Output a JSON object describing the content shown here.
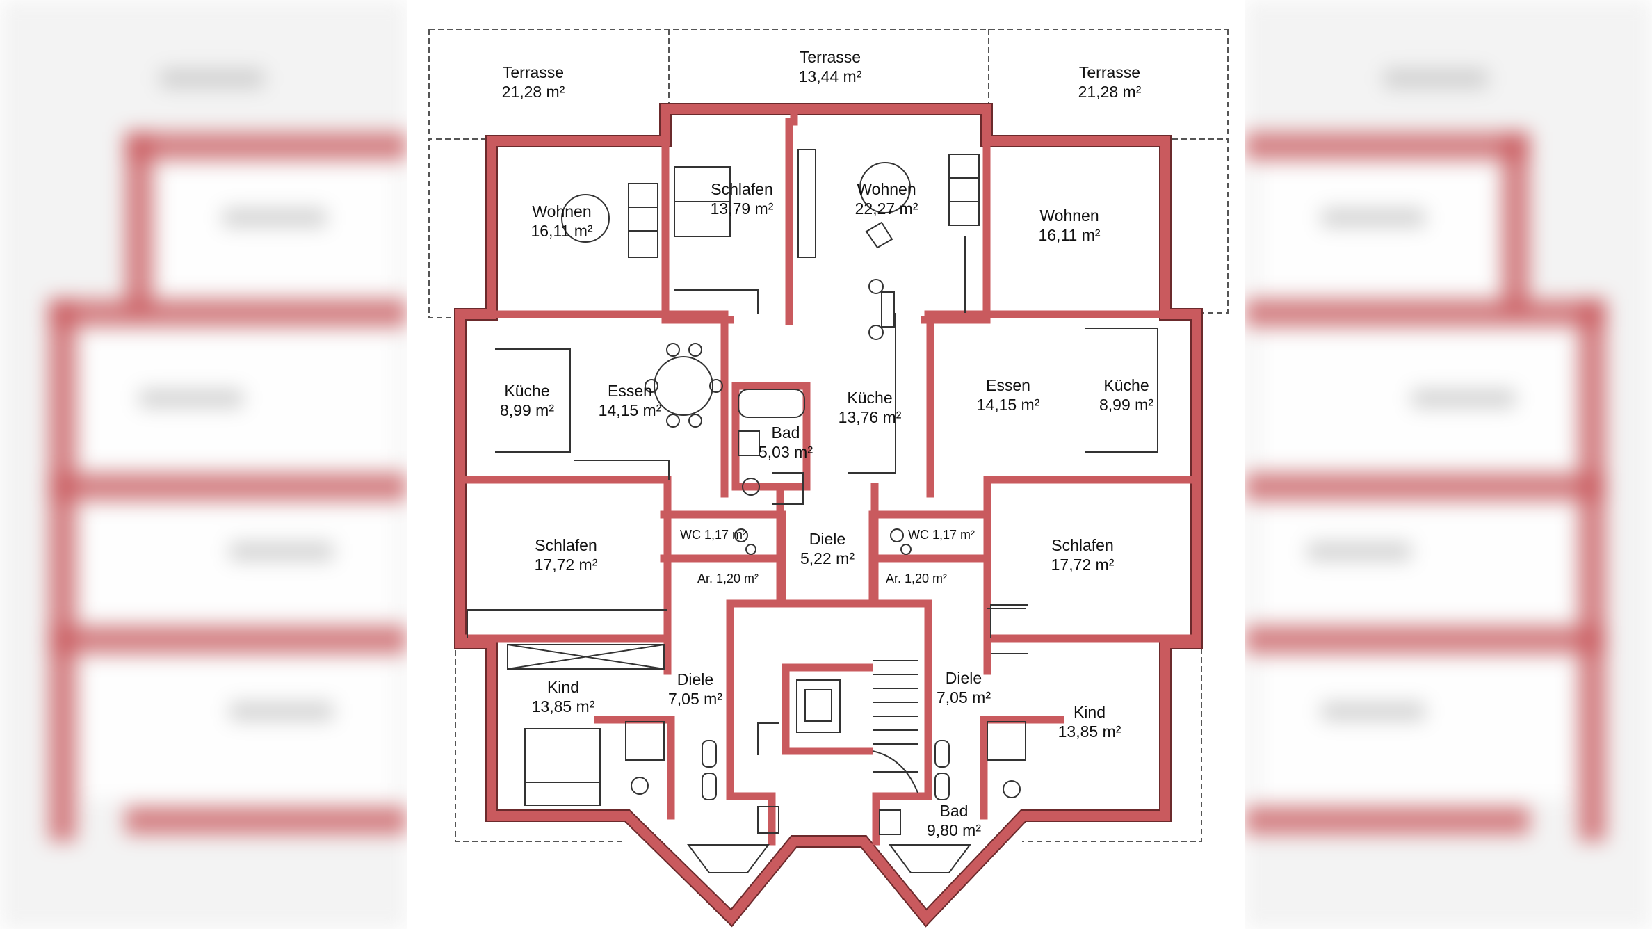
{
  "rooms": {
    "terrace_left": {
      "name": "Terrasse",
      "area": "21,28 m²"
    },
    "terrace_center": {
      "name": "Terrasse",
      "area": "13,44 m²"
    },
    "terrace_right": {
      "name": "Terrasse",
      "area": "21,28 m²"
    },
    "living_left": {
      "name": "Wohnen",
      "area": "16,11 m²"
    },
    "bedroom_top_center": {
      "name": "Schlafen",
      "area": "13,79 m²"
    },
    "living_center": {
      "name": "Wohnen",
      "area": "22,27 m²"
    },
    "living_right": {
      "name": "Wohnen",
      "area": "16,11 m²"
    },
    "kitchen_left": {
      "name": "Küche",
      "area": "8,99 m²"
    },
    "dining_left": {
      "name": "Essen",
      "area": "14,15 m²"
    },
    "bath_center": {
      "name": "Bad",
      "area": "5,03 m²"
    },
    "kitchen_center": {
      "name": "Küche",
      "area": "13,76 m²"
    },
    "dining_right": {
      "name": "Essen",
      "area": "14,15 m²"
    },
    "kitchen_right": {
      "name": "Küche",
      "area": "8,99 m²"
    },
    "bedroom_left": {
      "name": "Schlafen",
      "area": "17,72 m²"
    },
    "wc_left": {
      "label": "WC 1,17 m²"
    },
    "storage_left": {
      "label": "Ar. 1,20 m²"
    },
    "hall_center": {
      "name": "Diele",
      "area": "5,22 m²"
    },
    "wc_right": {
      "label": "WC 1,17 m²"
    },
    "storage_right": {
      "label": "Ar. 1,20 m²"
    },
    "bedroom_right": {
      "name": "Schlafen",
      "area": "17,72 m²"
    },
    "child_left": {
      "name": "Kind",
      "area": "13,85 m²"
    },
    "hall_left": {
      "name": "Diele",
      "area": "7,05 m²"
    },
    "hall_right": {
      "name": "Diele",
      "area": "7,05 m²"
    },
    "child_right": {
      "name": "Kind",
      "area": "13,85 m²"
    },
    "bath_right": {
      "name": "Bad",
      "area": "9,80 m²"
    }
  },
  "colors": {
    "wall": "#c95a5e",
    "wall_outline": "#6b2a2c",
    "line": "#333333",
    "background": "#ffffff",
    "side_blur": "#f3f3f3"
  }
}
